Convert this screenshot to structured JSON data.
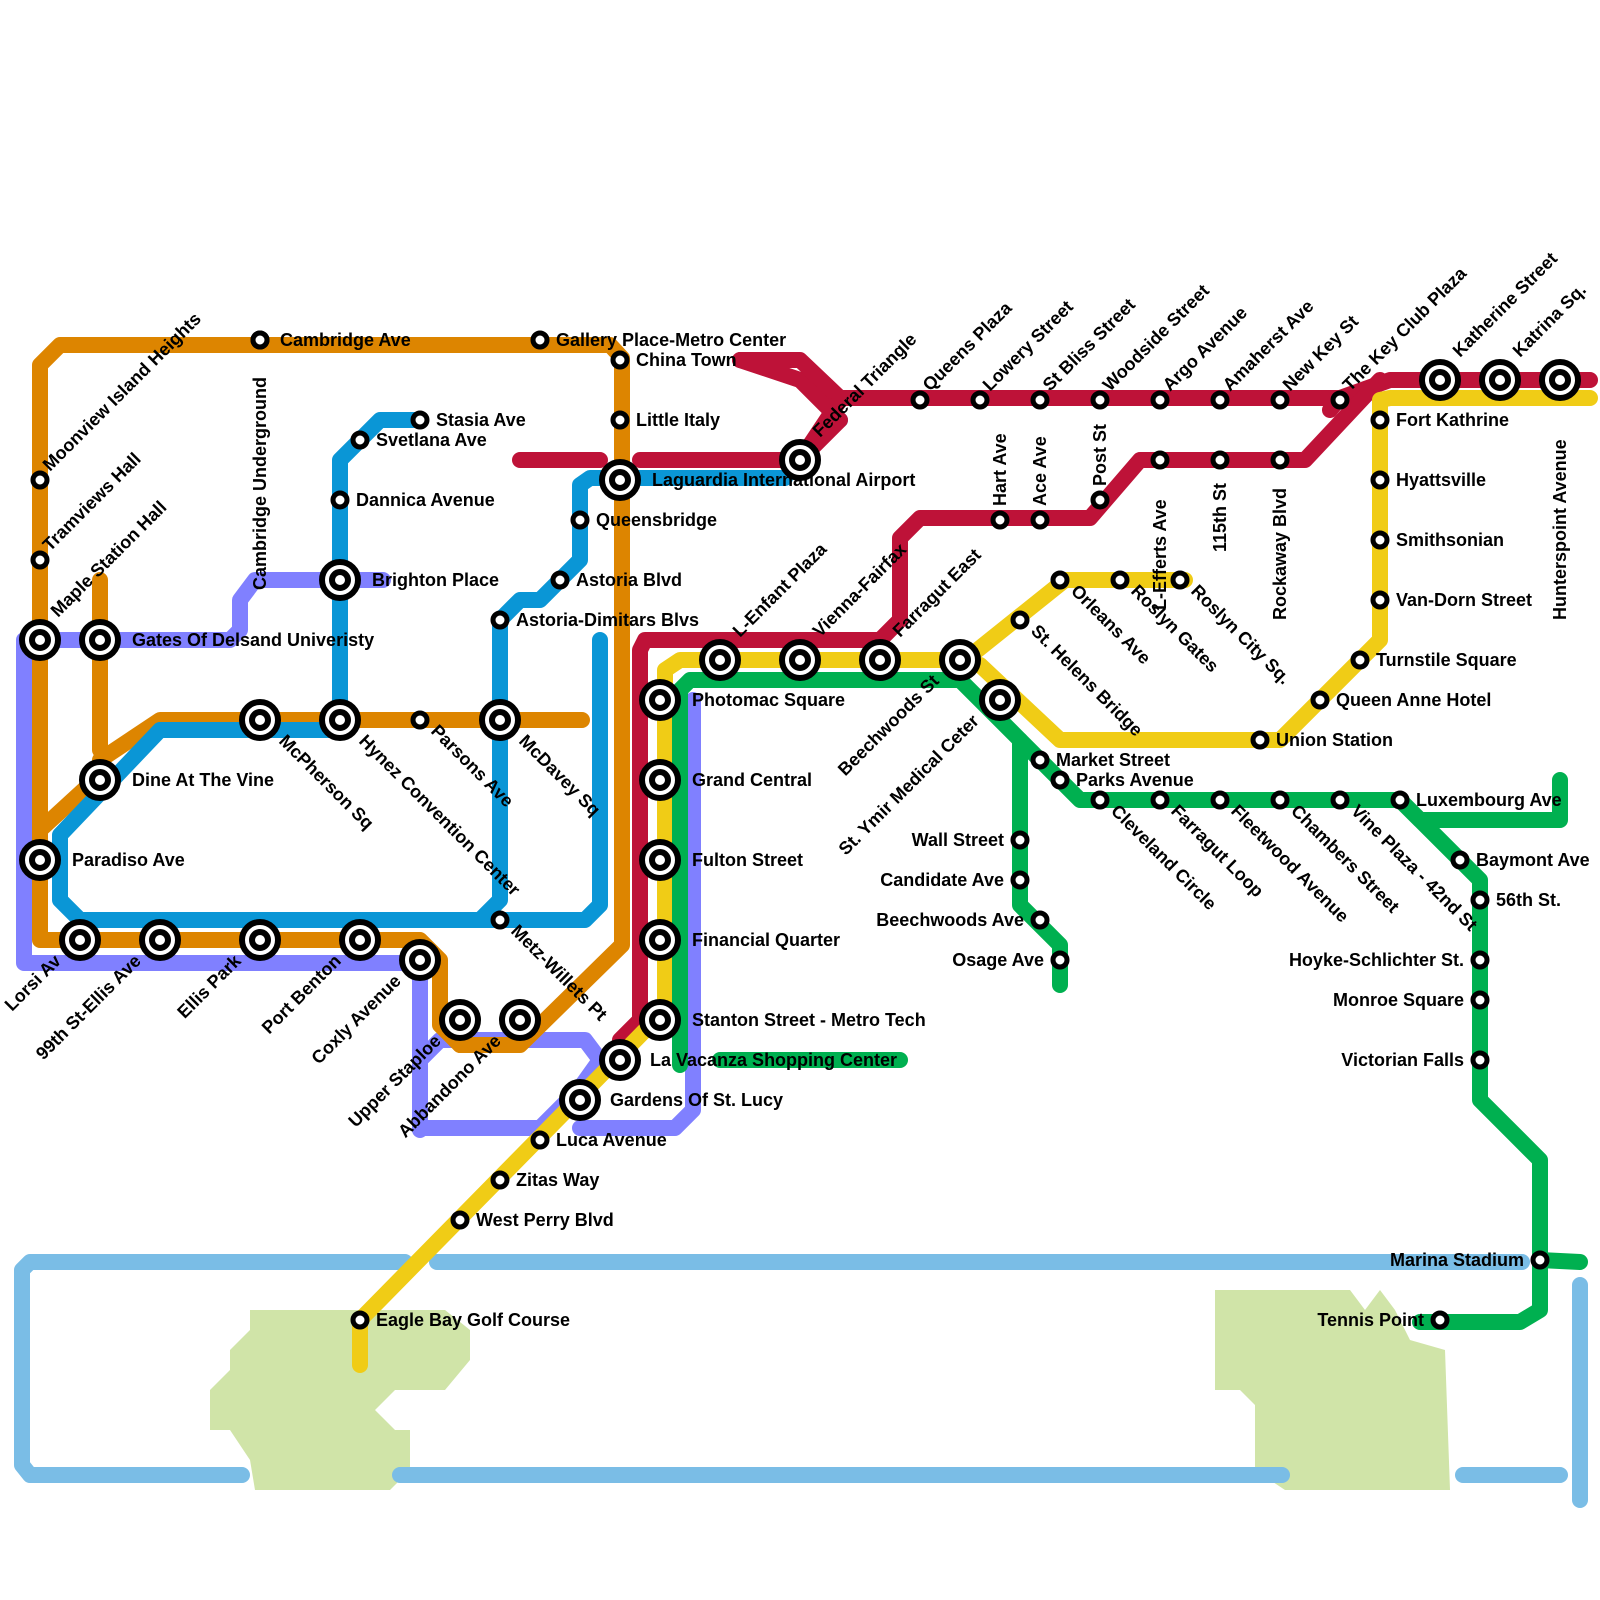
{
  "map": {
    "title": "Transit Network Map",
    "line_colors": {
      "orange": "#DD8500",
      "blue": "#0A96D6",
      "purple": "#8080FF",
      "red": "#BE1238",
      "yellow": "#F0CC16",
      "green": "#00B050",
      "light_blue": "#7ABDE6",
      "park": "#D0E4A8"
    },
    "stations": {
      "moonview": "Moonview Island Heights",
      "tramviews": "Tramviews Hall",
      "maple": "Maple Station Hall",
      "cambridge_underground": "Cambridge Underground",
      "cambridge_ave": "Cambridge Ave",
      "gallery_place": "Gallery Place-Metro Center",
      "china_town": "China Town",
      "little_italy": "Little Italy",
      "stasia": "Stasia Ave",
      "svetlana": "Svetlana Ave",
      "dannica": "Dannica Avenue",
      "brighton": "Brighton Place",
      "gates": "Gates Of Delsand Univeristy",
      "laguardia": "Laguardia International Airport",
      "queensbridge": "Queensbridge",
      "astoria_blvd": "Astoria Blvd",
      "astoria_dimitars": "Astoria-Dimitars Blvs",
      "dine_vine": "Dine At The Vine",
      "mcpherson": "McPherson Sq",
      "hynez": "Hynez Convention Center",
      "parsons": "Parsons Ave",
      "mcdavey": "McDavey Sq",
      "paradiso": "Paradiso Ave",
      "metz": "Metz-Willets Pt",
      "lorsi": "Lorsi Av",
      "ellis99": "99th St-Ellis Ave",
      "ellis_park": "Ellis Park",
      "port_benton": "Port Benton",
      "coxly": "Coxly Avenue",
      "upper_staploe": "Upper Staploe",
      "abbandono": "Abbandono Ave",
      "la_vacanza": "La Vacanza Shopping Center",
      "gardens": "Gardens Of St. Lucy",
      "luca": "Luca Avenue",
      "zitas": "Zitas Way",
      "west_perry": "West Perry Blvd",
      "eagle_bay": "Eagle Bay Golf Course",
      "federal": "Federal Triangle",
      "queens_plaza": "Queens Plaza",
      "lowery": "Lowery Street",
      "st_bliss": "St Bliss Street",
      "woodside": "Woodside Street",
      "argo": "Argo Avenue",
      "amaherst": "Amaherst Ave",
      "new_key": "New Key St",
      "key_club": "The Key Club Plaza",
      "katherine": "Katherine Street",
      "katrina": "Katrina Sq.",
      "hunterspoint": "Hunterspoint Avenue",
      "hart": "Hart Ave",
      "ace": "Ace Ave",
      "post": "Post St",
      "lefferts": "L-Efferts Ave",
      "st115": "115th St",
      "rockaway": "Rockaway Blvd",
      "fort_kathrine": "Fort Kathrine",
      "hyattsville": "Hyattsville",
      "smithsonian": "Smithsonian",
      "van_dorn": "Van-Dorn Street",
      "turnstile": "Turnstile Square",
      "queen_anne": "Queen Anne Hotel",
      "union": "Union Station",
      "lenfant": "L-Enfant Plaza",
      "vienna": "Vienna-Fairfax",
      "farragut_east": "Farragut East",
      "beechwoods_st": "Beechwoods St",
      "st_ymir": "St. Ymir Medical Ceter",
      "photomac": "Photomac Square",
      "grand_central": "Grand Central",
      "fulton": "Fulton Street",
      "financial": "Financial Quarter",
      "stanton": "Stanton Street - Metro Tech",
      "orleans": "Orleans Ave",
      "roslyn_gates": "Roslyn Gates",
      "roslyn_city": "Roslyn City Sq.",
      "st_helens": "St. Helens Bridge",
      "market": "Market Street",
      "parks": "Parks Avenue",
      "wall": "Wall Street",
      "candidate": "Candidate Ave",
      "beechwoods_ave": "Beechwoods Ave",
      "osage": "Osage Ave",
      "cleveland": "Cleveland Circle",
      "farragut_loop": "Farragut Loop",
      "fleetwood": "Fleetwood Avenue",
      "chambers": "Chambers Street",
      "vine_plaza": "Vine Plaza - 42nd St",
      "luxembourg": "Luxembourg Ave",
      "baymont": "Baymont Ave",
      "st56": "56th St.",
      "hoyke": "Hoyke-Schlichter St.",
      "monroe": "Monroe Square",
      "victorian": "Victorian Falls",
      "marina": "Marina Stadium",
      "tennis": "Tennis Point"
    }
  }
}
